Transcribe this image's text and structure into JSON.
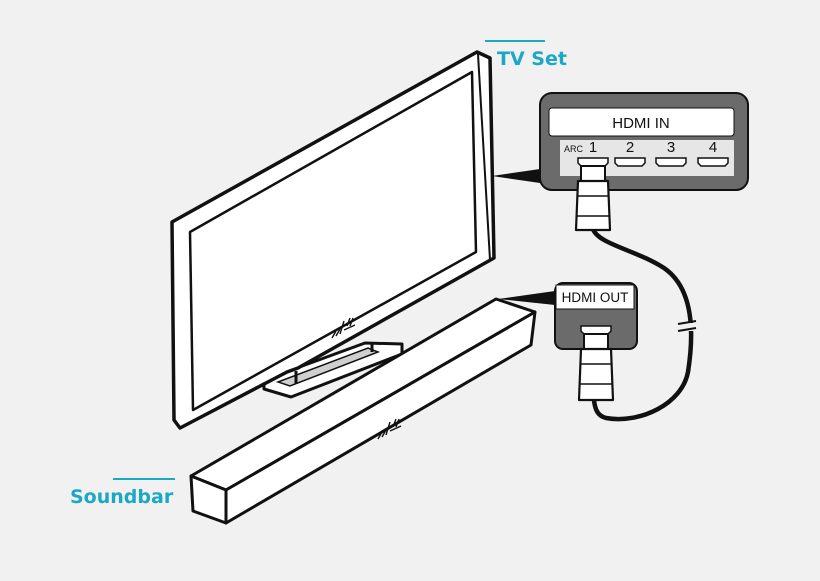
{
  "labels": {
    "tv_set": "TV Set",
    "soundbar": "Soundbar"
  },
  "tv_panel": {
    "title": "HDMI IN",
    "arc": "ARC",
    "ports": [
      "1",
      "2",
      "3",
      "4"
    ]
  },
  "soundbar_panel": {
    "title": "HDMI OUT"
  },
  "colors": {
    "accent": "#1aa8c4",
    "background": "#f1f1f1",
    "panel": "#6b6b6b",
    "outline": "#111111"
  }
}
